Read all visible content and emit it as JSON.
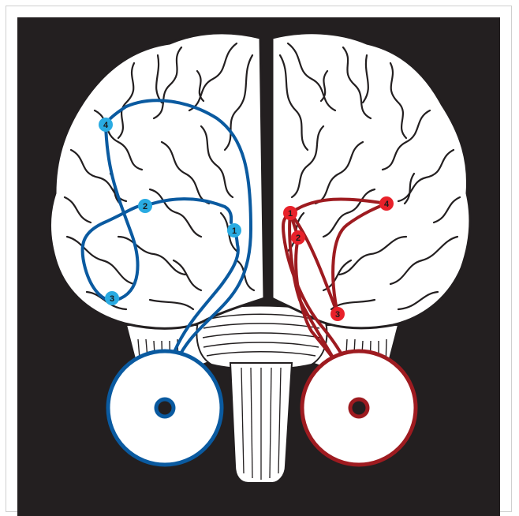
{
  "colors": {
    "background": "#231f20",
    "brain_fill": "#ffffff",
    "brain_stroke": "#231f20",
    "left_path": "#0a5aa0",
    "left_marker": "#29abe2",
    "right_path": "#9e1b20",
    "right_marker": "#e8212a"
  },
  "left_markers": [
    {
      "label": "1"
    },
    {
      "label": "2"
    },
    {
      "label": "3"
    },
    {
      "label": "4"
    }
  ],
  "right_markers": [
    {
      "label": "1"
    },
    {
      "label": "2"
    },
    {
      "label": "3"
    },
    {
      "label": "4"
    }
  ]
}
